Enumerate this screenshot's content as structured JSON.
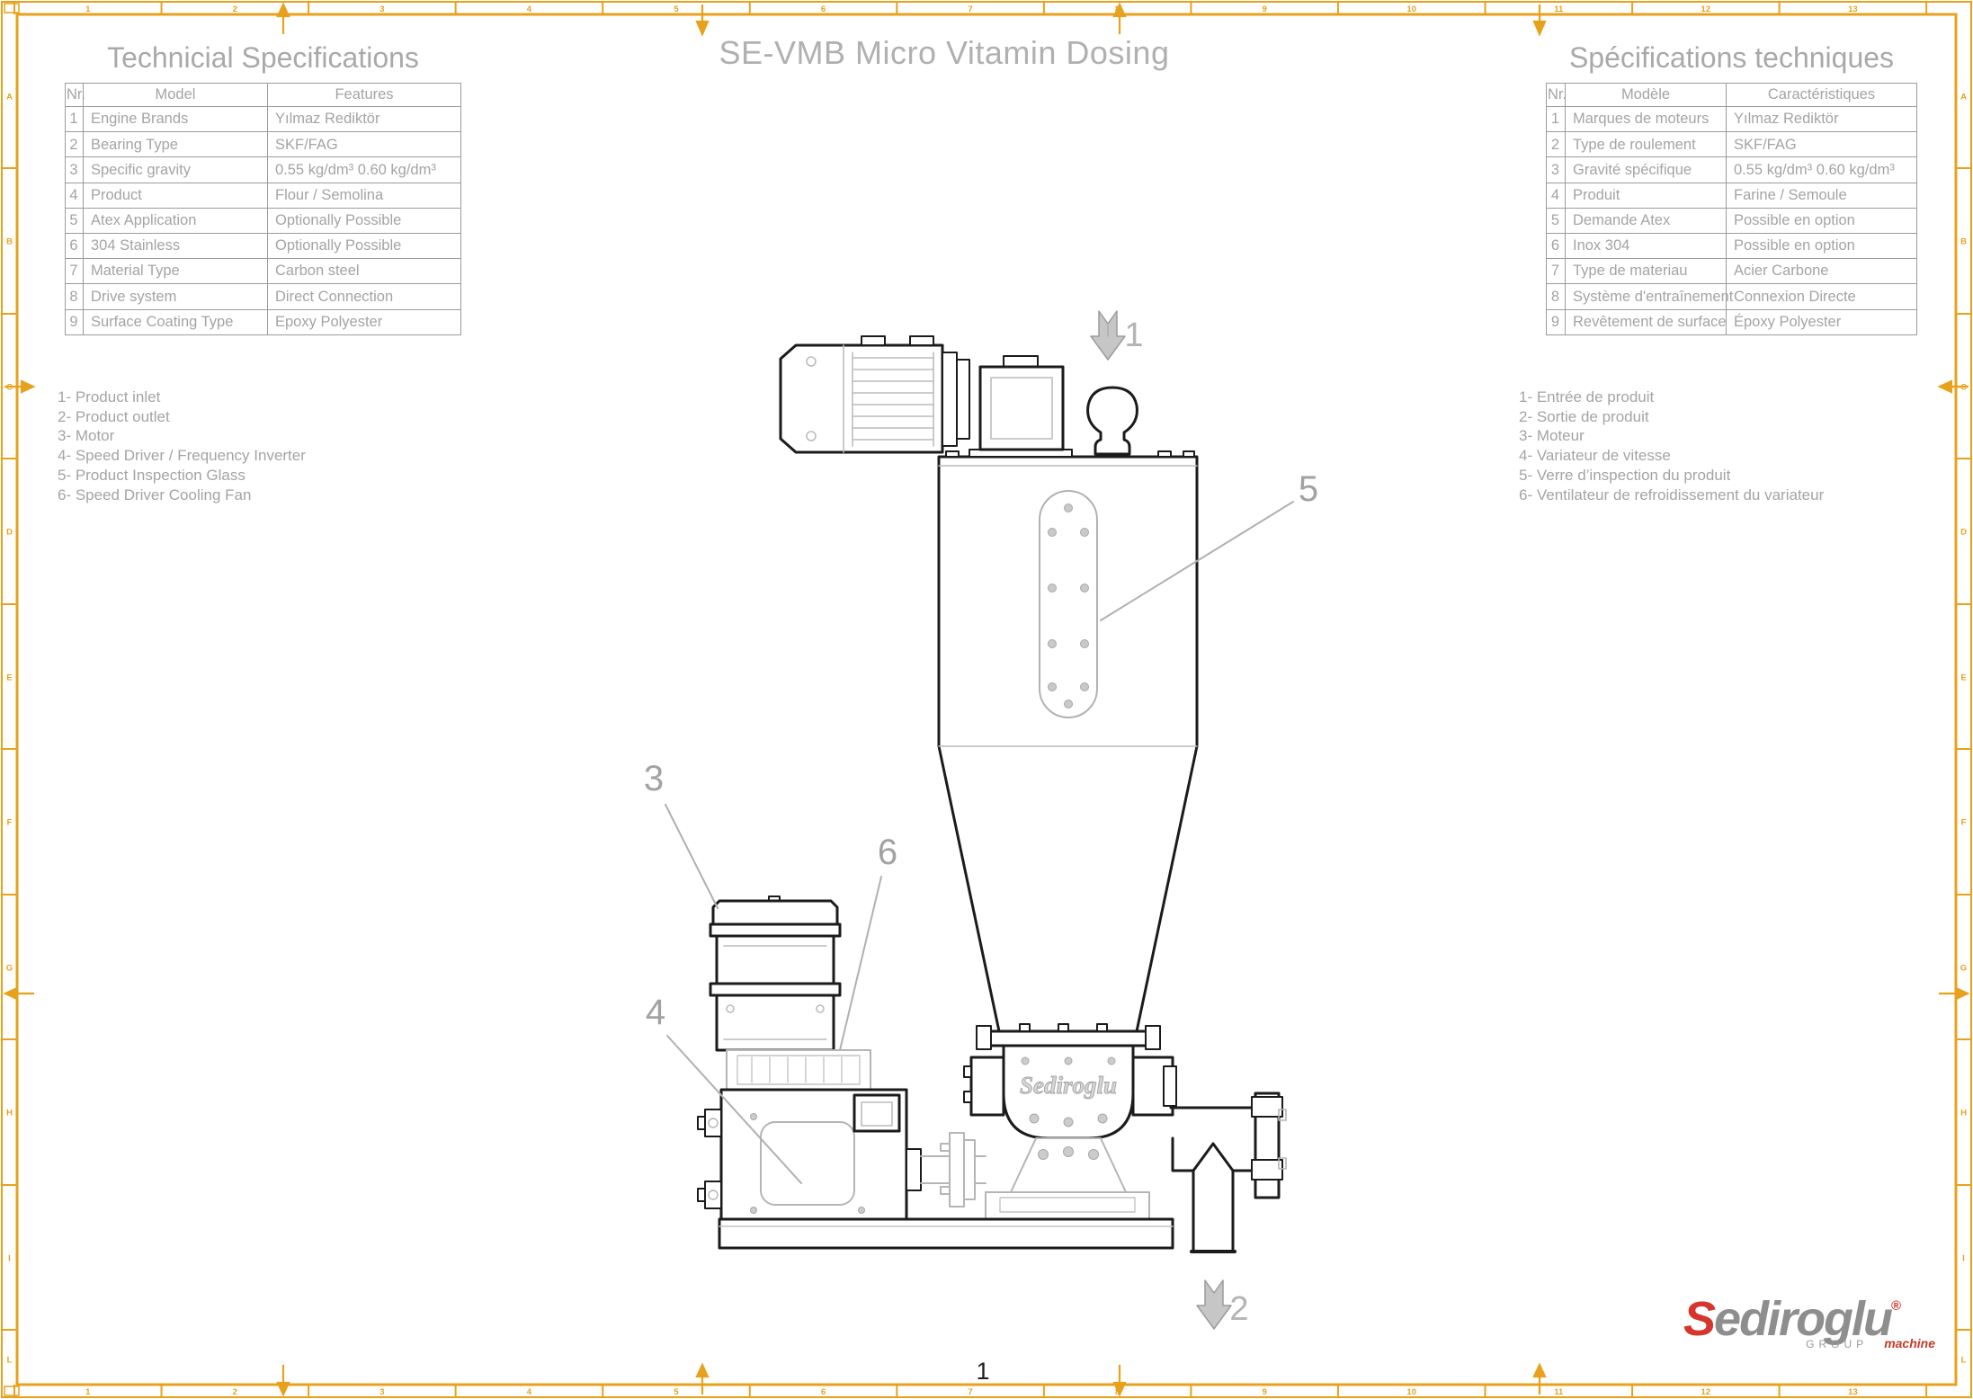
{
  "page": {
    "title": "SE-VMB Micro Vitamin Dosing",
    "page_number": "1"
  },
  "spec_table_en": {
    "title": "Technicial Specifications",
    "headers": [
      "Nr.",
      "Model",
      "Features"
    ],
    "rows": [
      [
        "1",
        "Engine Brands",
        "Yılmaz Rediktör"
      ],
      [
        "2",
        "Bearing Type",
        "SKF/FAG"
      ],
      [
        "3",
        "Specific gravity",
        "0.55 kg/dm³ 0.60 kg/dm³"
      ],
      [
        "4",
        "Product",
        "Flour / Semolina"
      ],
      [
        "5",
        "Atex Application",
        "Optionally Possible"
      ],
      [
        "6",
        "304 Stainless",
        "Optionally Possible"
      ],
      [
        "7",
        "Material Type",
        "Carbon steel"
      ],
      [
        "8",
        "Drive system",
        "Direct Connection"
      ],
      [
        "9",
        "Surface Coating Type",
        "Epoxy Polyester"
      ]
    ]
  },
  "spec_table_fr": {
    "title": "Spécifications techniques",
    "headers": [
      "Nr.",
      "Modèle",
      "Caractéristiques"
    ],
    "rows": [
      [
        "1",
        "Marques de moteurs",
        "Yılmaz Rediktör"
      ],
      [
        "2",
        "Type de roulement",
        "SKF/FAG"
      ],
      [
        "3",
        "Gravité spécifique",
        "0.55 kg/dm³ 0.60 kg/dm³"
      ],
      [
        "4",
        "Produit",
        "Farine / Semoule"
      ],
      [
        "5",
        "Demande Atex",
        "Possible en option"
      ],
      [
        "6",
        "Inox 304",
        "Possible en option"
      ],
      [
        "7",
        "Type de materiau",
        "Acier Carbone"
      ],
      [
        "8",
        "Système d'entraînement",
        "Connexion Directe"
      ],
      [
        "9",
        "Revêtement de surface",
        "Époxy Polyester"
      ]
    ]
  },
  "legend_en": {
    "items": [
      "1- Product inlet",
      "2- Product outlet",
      "3- Motor",
      "4- Speed Driver / Frequency Inverter",
      "5- Product Inspection Glass",
      "6- Speed Driver Cooling Fan"
    ]
  },
  "legend_fr": {
    "items": [
      "1- Entrée de produit",
      "2- Sortie de produit",
      "3- Moteur",
      "4- Variateur de vitesse",
      "5- Verre d’inspection du produit",
      "6- Ventilateur de refroidissement du variateur"
    ]
  },
  "callouts": [
    {
      "label": "1"
    },
    {
      "label": "2"
    },
    {
      "label": "3"
    },
    {
      "label": "4"
    },
    {
      "label": "5"
    },
    {
      "label": "6"
    }
  ],
  "drawing": {
    "embossed_brand": "Sediroglu"
  },
  "frame": {
    "column_labels": [
      "1",
      "2",
      "3",
      "4",
      "5",
      "6",
      "7",
      "8",
      "9",
      "10",
      "11",
      "12",
      "13"
    ],
    "row_labels": [
      "A",
      "B",
      "C",
      "D",
      "E",
      "F",
      "G",
      "H",
      "I",
      "L"
    ]
  },
  "logo": {
    "brand_first": "S",
    "brand_rest": "ediroglu",
    "registered": "®",
    "group_label": "GROUP",
    "machine_label": "machine"
  },
  "colors": {
    "frame_orange": "#E8A11C",
    "logo_red": "#D5352C",
    "text_gray": "#A4A4A4",
    "line_black": "#1B1B1B",
    "line_light": "#B5B5B5"
  }
}
